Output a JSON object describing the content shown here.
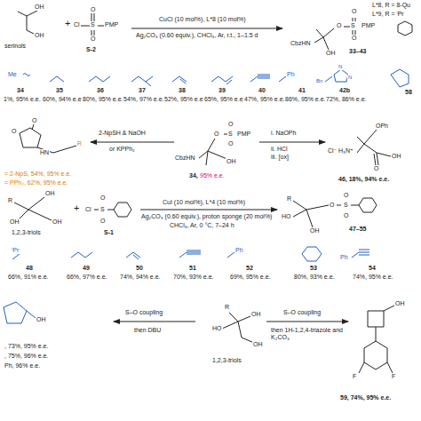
{
  "diagram": {
    "labels": [
      "OH",
      "OH",
      "serinols",
      "+",
      "Cl",
      "S",
      "O",
      "O",
      "PMP",
      "S-2",
      "CuCl (10 mol%), L*8 (10 mol%)",
      "Ag₂CO₃ (0.60 equiv.), CHCl₃, Ar, r.t., 1–1.5 d",
      "O",
      "S",
      "O",
      "PMP",
      "CbzHN",
      "OH",
      "33–43",
      "L*8, R = 8-Qu",
      "L*9, R = ⁱPr",
      "O",
      "Me",
      "34",
      "1%, 95% e.e.",
      "35",
      "60%, 94% e.e.",
      "36",
      "80%, 95% e.e.",
      "37",
      "54%, 97% e.e.",
      "38",
      "52%, 95% e.e.",
      "39",
      "65%, 95% e.e.",
      "40",
      "47%, 95% e.e.",
      "Ph",
      "41",
      "86%, 95% e.e.",
      "N",
      "N",
      "Bn",
      "42b",
      "72%, 86% e.e.",
      "58",
      "O",
      "O",
      "HN",
      "R",
      "2-NpSH & NaOH",
      "or KPPh₂",
      "= 2-NpS, 54%, 95% e.e.",
      "= PPh₂, 62%, 95% e.e.",
      "O",
      "S",
      "O",
      "O",
      "PMP",
      "CbzHN",
      "OH",
      "34,",
      "95% e.e.",
      "i. NaOPh",
      "ii. HCl",
      "iii. [ox]",
      "OPh",
      "Cl⁻",
      "H₃N⁺",
      "OH",
      "O",
      "46, 18%, 94% e.e.",
      "R",
      "OH",
      "OH",
      "OH",
      "1,2,3-triols",
      "+",
      "Cl",
      "S",
      "O",
      "O",
      "S-1",
      "CuI (10 mol%), L*4 (10 mol%)",
      "Ag₂CO₃ (0.60 equiv.), proton sponge (20 mol%)",
      "CHCl₃, Ar, 0 °C, 7–24 h",
      "R",
      "HO",
      "OH",
      "O",
      "S",
      "O",
      "O",
      "47–55",
      "ⁱPr",
      "48",
      "66%, 91% e.e.",
      "49",
      "66%, 97% e.e.",
      "50",
      "74%, 94% e.e.",
      "51",
      "70%, 93% e.e.",
      "Ph",
      "52",
      "69%, 95% e.e.",
      "53",
      "80%, 93% e.e.",
      "Ph",
      "54",
      "74%, 95% e.e.",
      "OH",
      ", 73%, 95% e.e.",
      ", 75%, 96% e.e.",
      "Ph, 96% e.e.",
      "S–O coupling",
      "then DBU",
      "R",
      "HO",
      "OH",
      "OH",
      "1,2,3-triols",
      "S–O coupling",
      "then 1H-1,2,4-triazole and K₂CO₃",
      "OH",
      "F",
      "F",
      "59, 74%, 95% e.e."
    ]
  }
}
